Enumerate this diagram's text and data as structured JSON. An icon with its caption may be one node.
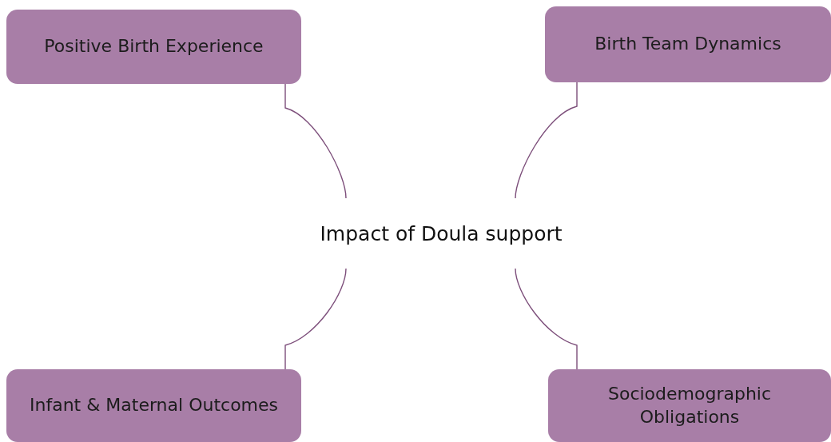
{
  "diagram": {
    "nodes": [
      {
        "text": [
          "Positive Birth Experience"
        ]
      },
      {
        "text": [
          "Birth Team Dynamics"
        ]
      },
      {
        "text": [
          "Impact of Doula support"
        ]
      },
      {
        "text": [
          "Infant & Maternal Outcomes"
        ]
      },
      {
        "text": [
          "Sociodemographic Obligations"
        ]
      }
    ],
    "edges": [
      {
        "from": 2,
        "to": 0,
        "arrow": "none"
      },
      {
        "from": 2,
        "to": 1,
        "arrow": "none"
      },
      {
        "from": 2,
        "to": 3,
        "arrow": "none"
      },
      {
        "from": 2,
        "to": 4,
        "arrow": "none"
      }
    ]
  }
}
